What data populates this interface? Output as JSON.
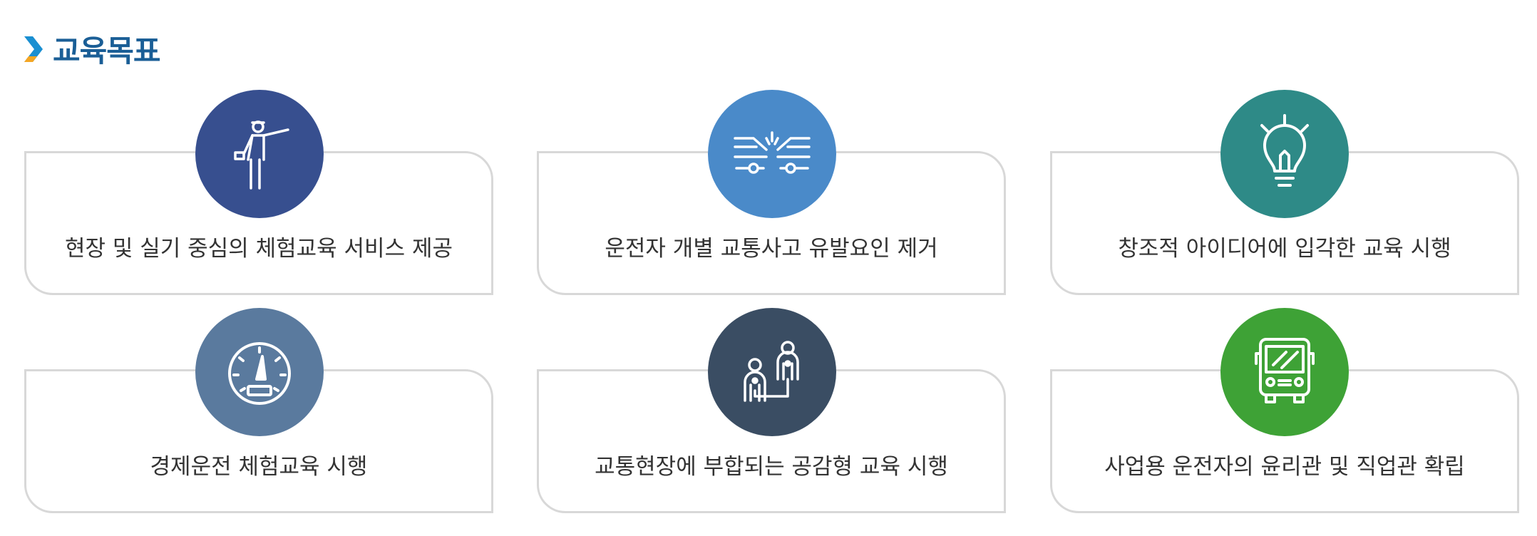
{
  "section": {
    "title": "교육목표",
    "icon": "chevron-right-icon",
    "chevron_color": "#1a8fd1",
    "chevron_accent": "#f5a623"
  },
  "goals": [
    {
      "text": "현장 및 실기 중심의 체험교육 서비스 제공",
      "icon": "traffic-officer-icon",
      "color": "#374f8f"
    },
    {
      "text": "운전자 개별 교통사고 유발요인 제거",
      "icon": "car-crash-icon",
      "color": "#4a8ac9"
    },
    {
      "text": "창조적 아이디어에 입각한 교육 시행",
      "icon": "lightbulb-icon",
      "color": "#2e8a87"
    },
    {
      "text": "경제운전 체험교육 시행",
      "icon": "speedometer-icon",
      "color": "#5a7a9e"
    },
    {
      "text": "교통현장에 부합되는 공감형 교육 시행",
      "icon": "people-connection-icon",
      "color": "#3a4d63"
    },
    {
      "text": "사업용 운전자의 윤리관 및 직업관 확립",
      "icon": "bus-icon",
      "color": "#3ea236"
    }
  ]
}
